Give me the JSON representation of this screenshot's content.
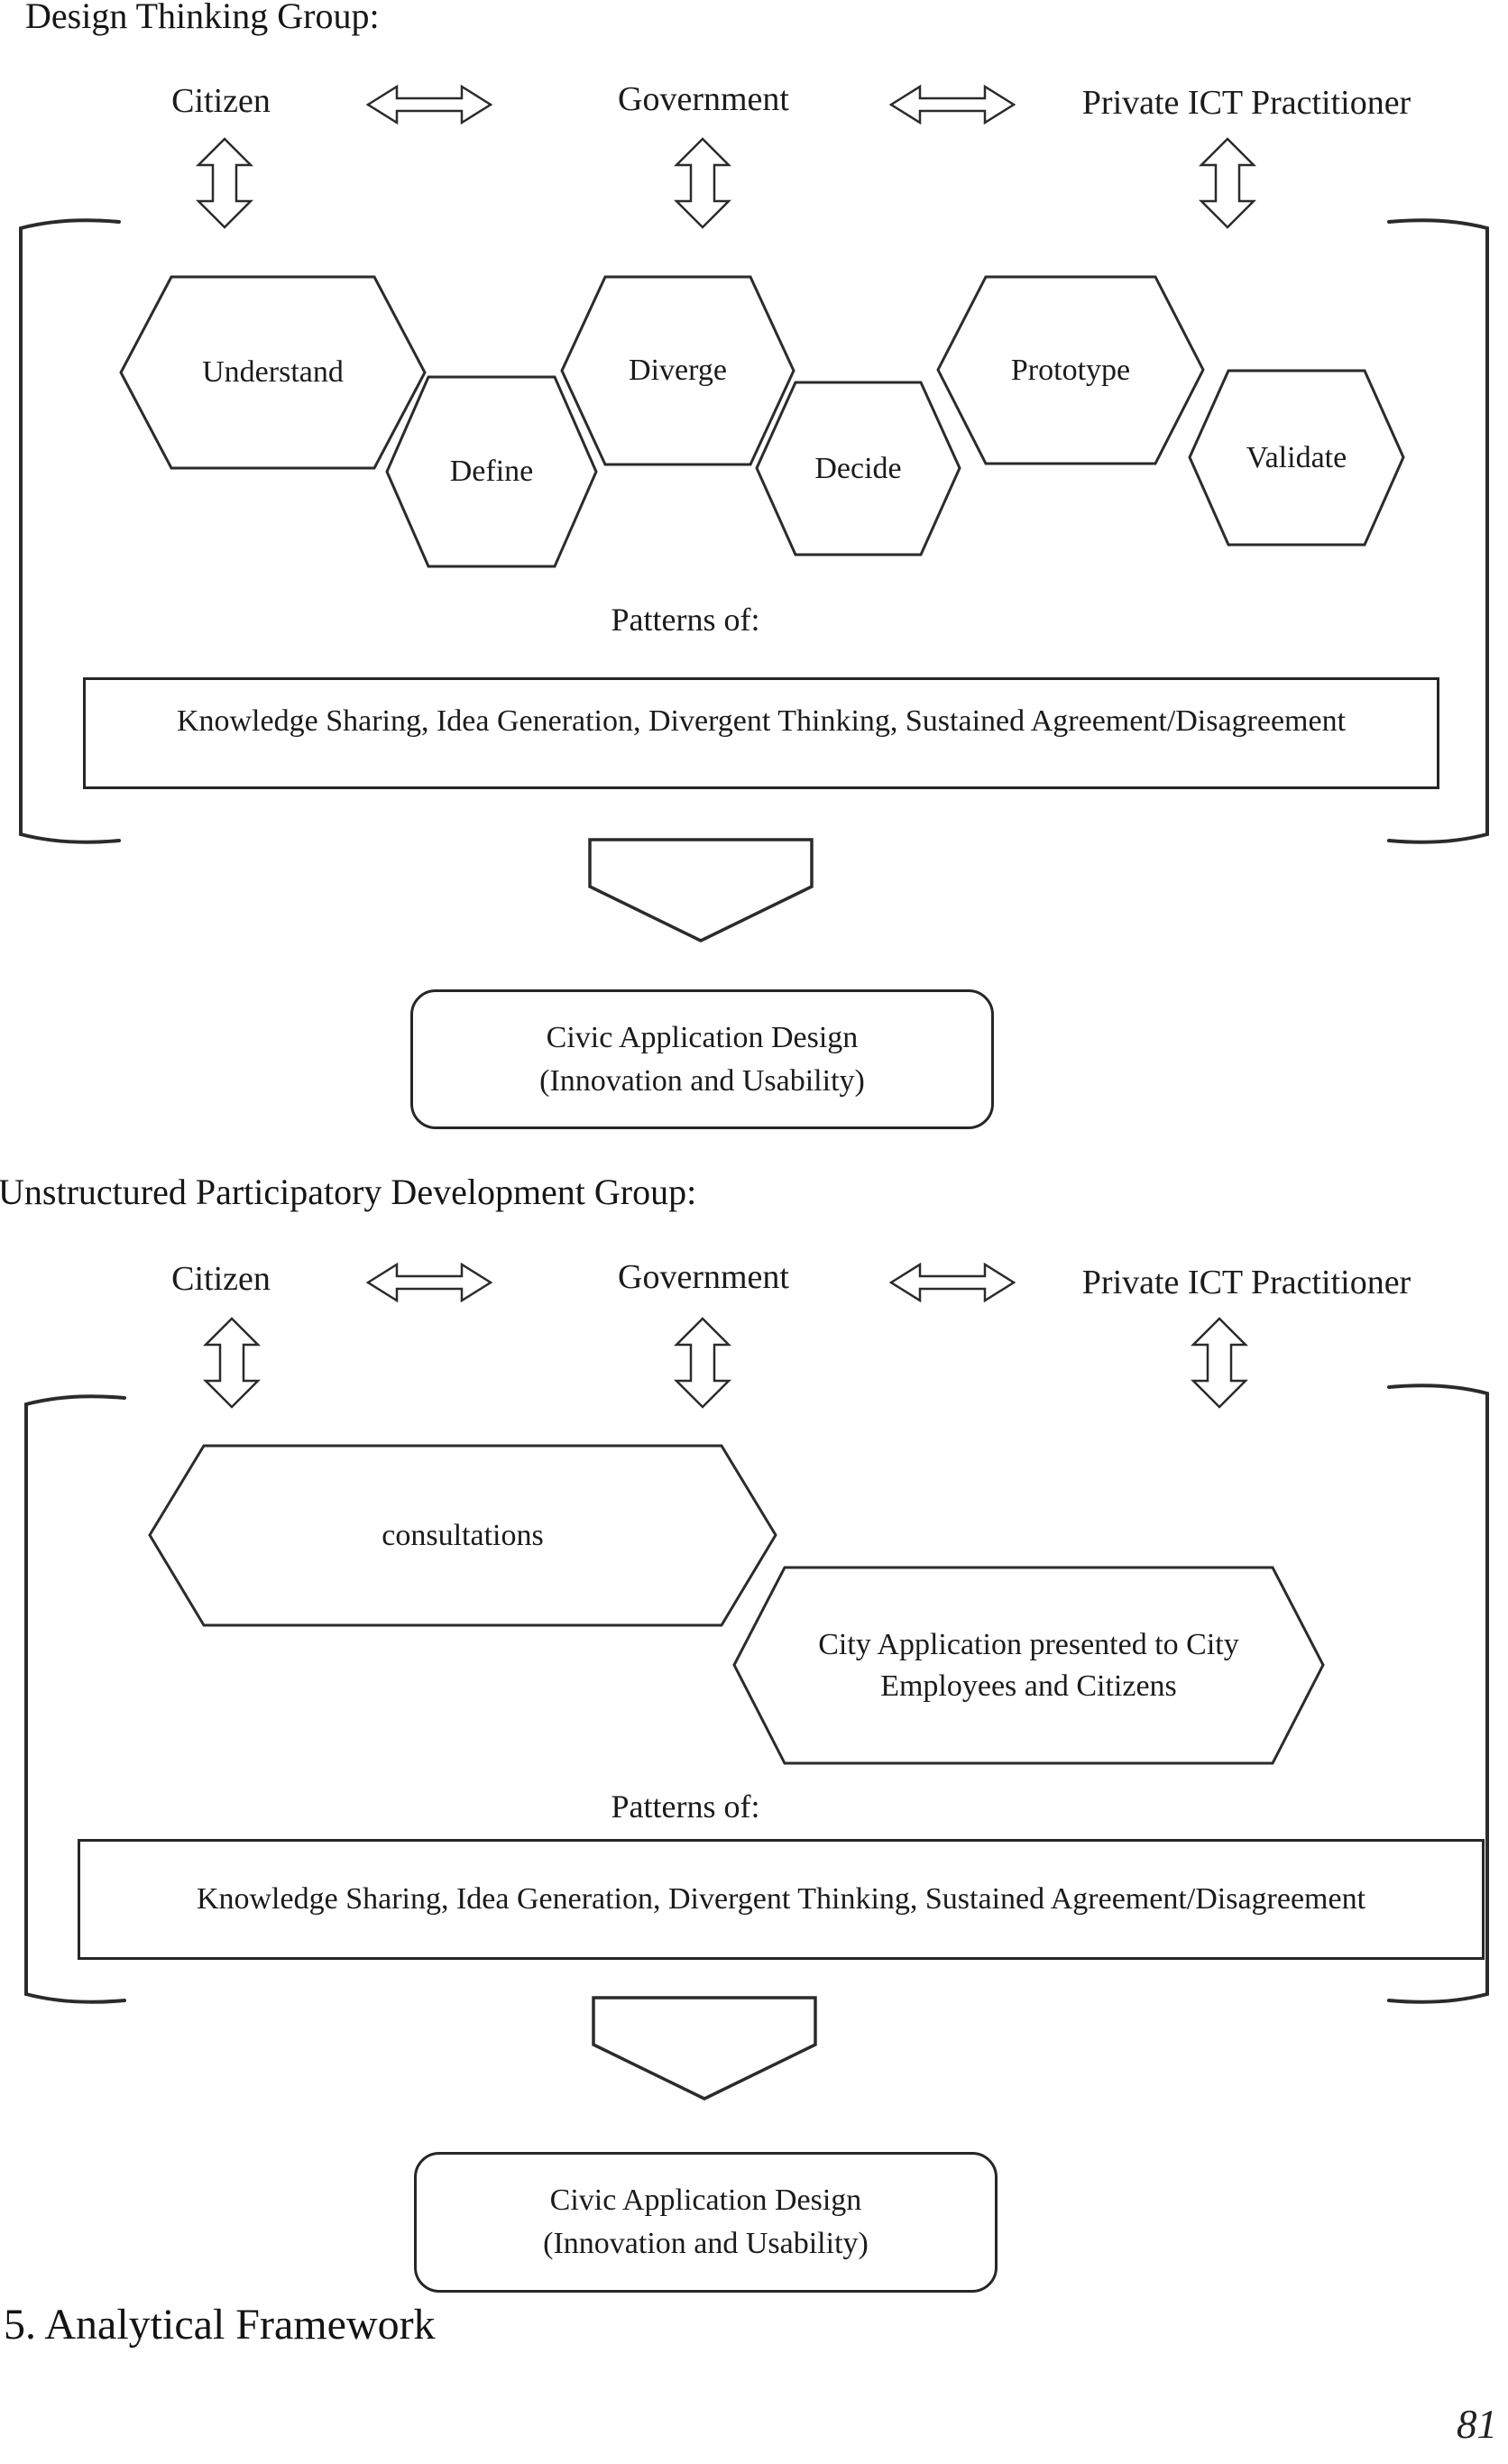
{
  "style": {
    "ink": "#1b1b1b",
    "line": "#2b2b2b",
    "background": "#ffffff"
  },
  "icons": {
    "double_arrow_horizontal": "hollow left-right double-headed arrow",
    "double_arrow_vertical": "hollow up-down double-headed arrow",
    "flow_down_arrow": "hollow pentagon arrow pointing down",
    "group_bracket": "large square bracket enclosing group activity"
  },
  "sections": [
    {
      "title": "Design Thinking Group:",
      "actors": [
        "Citizen",
        "Government",
        "Private ICT Practitioner"
      ],
      "stages": [
        "Understand",
        "Define",
        "Diverge",
        "Decide",
        "Prototype",
        "Validate"
      ],
      "patterns_label": "Patterns of:",
      "patterns_text": "Knowledge Sharing, Idea Generation, Divergent Thinking, Sustained Agreement/Disagreement",
      "outcome": {
        "line1": "Civic Application Design",
        "line2": "(Innovation and Usability)"
      }
    },
    {
      "title": "Unstructured Participatory Development Group:",
      "actors": [
        "Citizen",
        "Government",
        "Private ICT Practitioner"
      ],
      "stage_left": "consultations",
      "stage_right": {
        "line1": "City Application presented to City",
        "line2": "Employees and Citizens"
      },
      "patterns_label": "Patterns of:",
      "patterns_text": "Knowledge Sharing, Idea Generation, Divergent Thinking, Sustained Agreement/Disagreement",
      "outcome": {
        "line1": "Civic Application Design",
        "line2": "(Innovation and Usability)"
      }
    }
  ],
  "footer": {
    "heading": "5. Analytical Framework",
    "page_number": "81"
  }
}
